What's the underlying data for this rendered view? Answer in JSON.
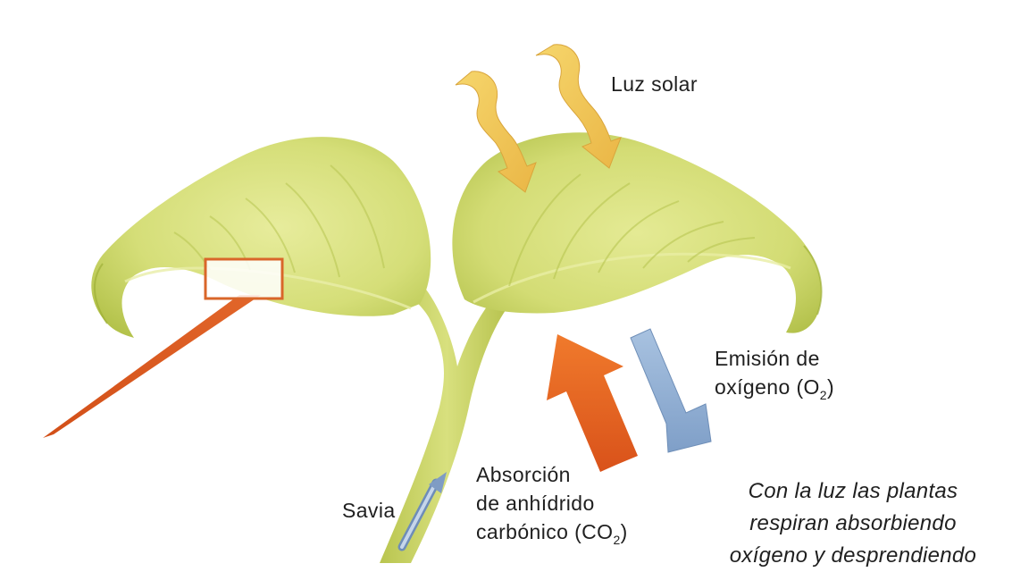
{
  "labels": {
    "luz_solar": "Luz solar",
    "emision": {
      "line1": "Emisión de",
      "line2_prefix": "oxígeno (O",
      "line2_sub": "2",
      "line2_suffix": ")"
    },
    "absorcion": {
      "line1": "Absorción",
      "line2": "de anhídrido",
      "line3_prefix": "carbónico (CO",
      "line3_sub": "2",
      "line3_suffix": ")"
    },
    "savia": "Savia"
  },
  "caption": {
    "lines": [
      "Con la luz las plantas",
      "respiran absorbiendo",
      "oxígeno y desprendiendo"
    ]
  },
  "colors": {
    "leaf": "#d7e07a",
    "leaf_dark": "#a7b63a",
    "stem": "#c9d45e",
    "sunlight_arrow": "#f3cc5a",
    "co2_arrow": "#e8621f",
    "o2_arrow": "#8fb0d4",
    "sap_arrow": "#7f9cc4",
    "highlight_box": "#d9662a"
  }
}
